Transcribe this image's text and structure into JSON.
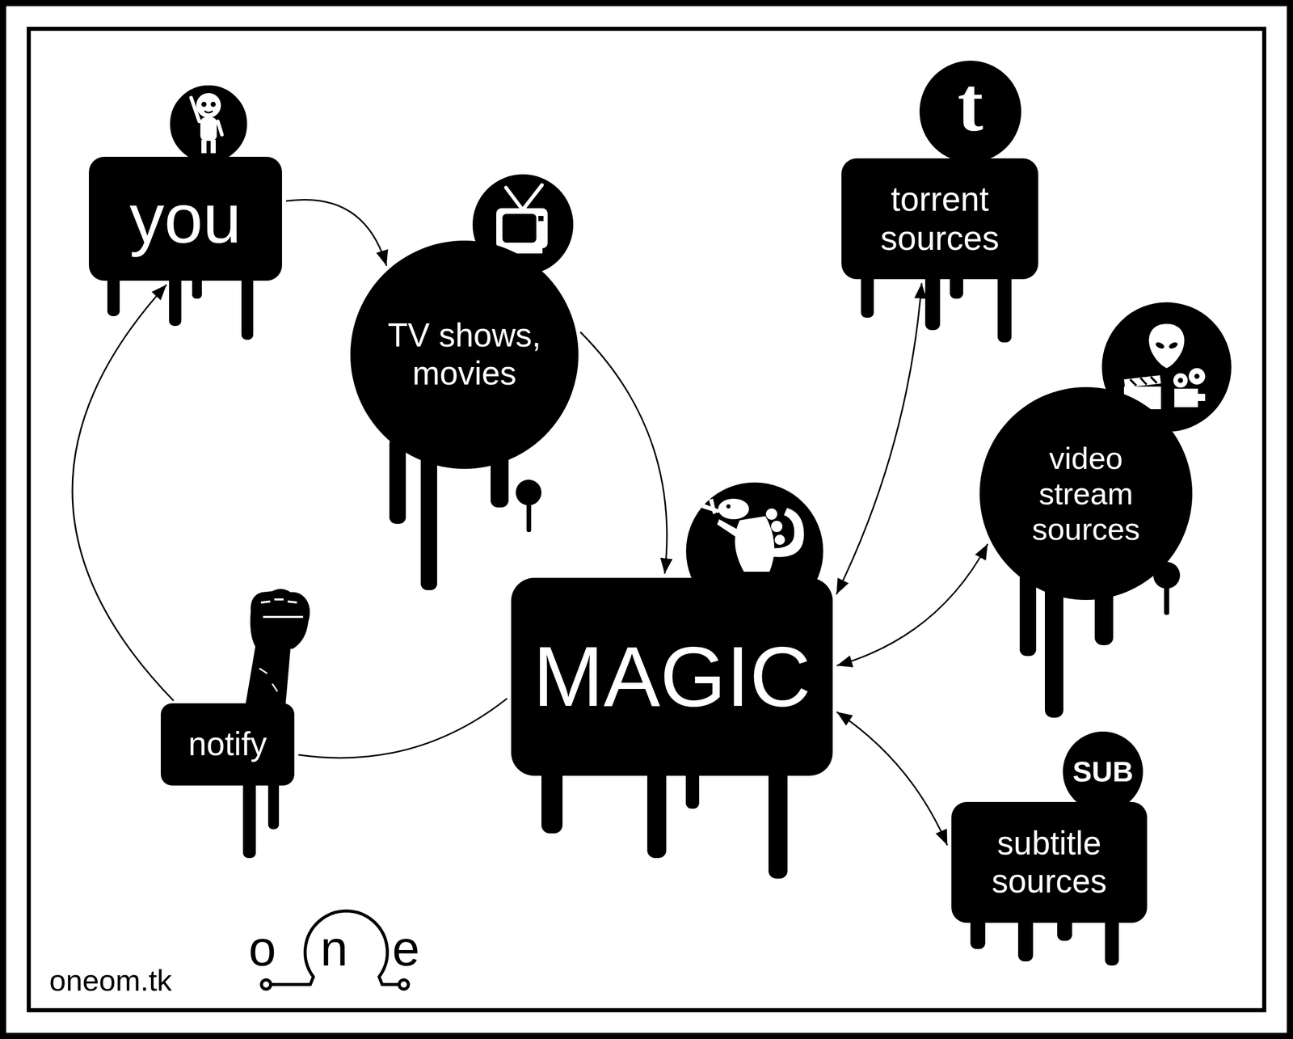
{
  "diagram": {
    "nodes": [
      {
        "text": [
          "you"
        ]
      },
      {
        "text": [
          "TV shows, movies"
        ]
      },
      {
        "text": [
          "torrent sources"
        ]
      },
      {
        "text": [
          "video stream sources"
        ]
      },
      {
        "text": [
          "MAGIC"
        ]
      },
      {
        "text": [
          "notify"
        ]
      },
      {
        "text": [
          "subtitle sources"
        ]
      }
    ],
    "edges": [
      {
        "from": 0,
        "to": 1,
        "arrow": "to"
      },
      {
        "from": 1,
        "to": 4,
        "arrow": "to"
      },
      {
        "from": 4,
        "to": 5,
        "arrow": "none"
      },
      {
        "from": 5,
        "to": 0,
        "arrow": "to"
      },
      {
        "from": 4,
        "to": 2,
        "arrow": "both"
      },
      {
        "from": 4,
        "to": 3,
        "arrow": "both"
      },
      {
        "from": 4,
        "to": 6,
        "arrow": "both"
      }
    ],
    "labels": [
      "t",
      "SUB",
      "oneom.tk",
      "one"
    ]
  }
}
